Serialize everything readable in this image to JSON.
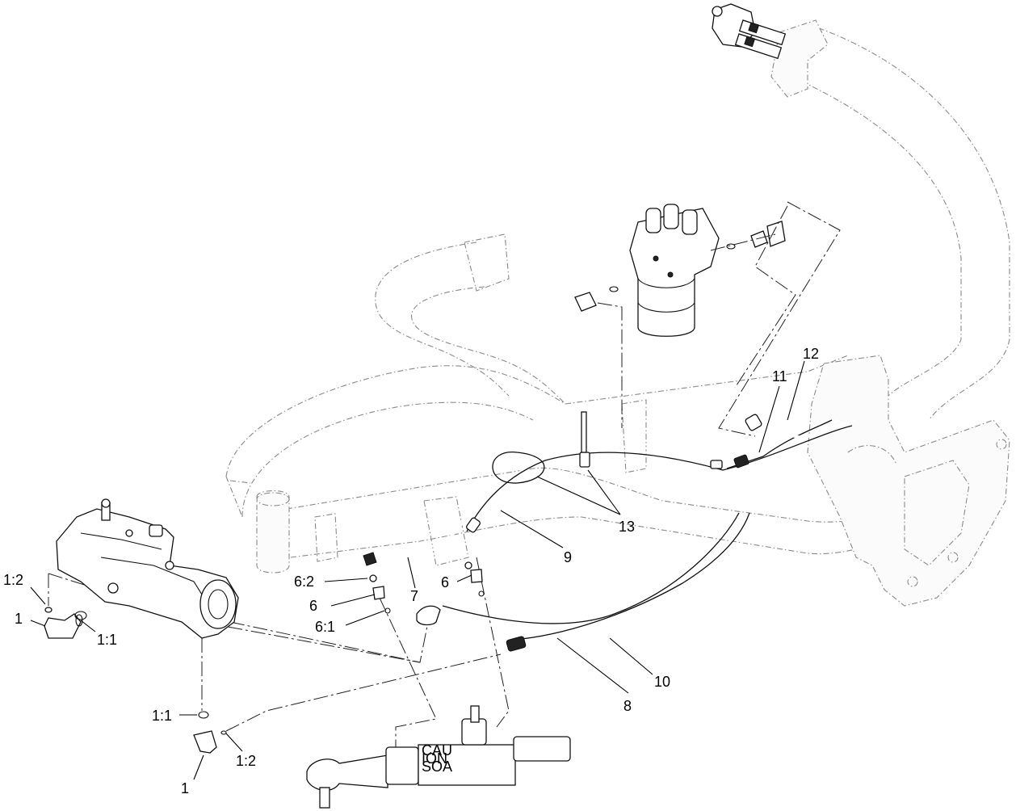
{
  "callouts": [
    {
      "id": "c1-top",
      "text": "1"
    },
    {
      "id": "c1-2-top",
      "text": "1:2"
    },
    {
      "id": "c1-1-top",
      "text": "1:1"
    },
    {
      "id": "c1-1-bottom",
      "text": "1:1"
    },
    {
      "id": "c1-2-bottom",
      "text": "1:2"
    },
    {
      "id": "c1-bottom",
      "text": "1"
    },
    {
      "id": "c6-2",
      "text": "6:2"
    },
    {
      "id": "c6-left",
      "text": "6"
    },
    {
      "id": "c6-1",
      "text": "6:1"
    },
    {
      "id": "c6-right",
      "text": "6"
    },
    {
      "id": "c7",
      "text": "7"
    },
    {
      "id": "c8",
      "text": "8"
    },
    {
      "id": "c9",
      "text": "9"
    },
    {
      "id": "c10",
      "text": "10"
    },
    {
      "id": "c11",
      "text": "11"
    },
    {
      "id": "c12",
      "text": "12"
    },
    {
      "id": "c13",
      "text": "13"
    }
  ],
  "cylinder_label": {
    "l1": "CAU",
    "l2": "ION",
    "l3": "SOA"
  }
}
